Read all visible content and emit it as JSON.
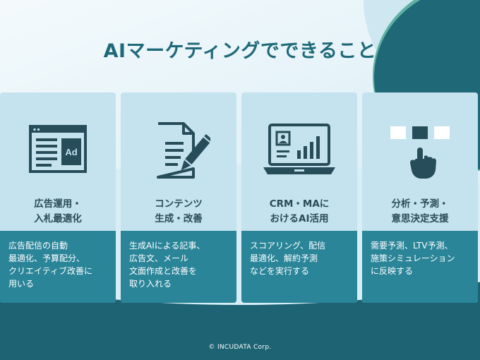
{
  "title": "AIマーケティングでできること",
  "cards": [
    {
      "icon": "web-ad-icon",
      "ad_label": "Ad",
      "heading": [
        "広告運用・",
        "入札最適化"
      ],
      "description": [
        "広告配信の自動",
        "最適化、予算配分、",
        "クリエイティブ改善に",
        "用いる"
      ]
    },
    {
      "icon": "document-pen-icon",
      "heading": [
        "コンテンツ",
        "生成・改善"
      ],
      "description": [
        "生成AIによる記事、",
        "広告文、メール",
        "文面作成と改善を",
        "取り入れる"
      ]
    },
    {
      "icon": "laptop-dashboard-icon",
      "heading": [
        "CRM・MAに",
        "おけるAI活用"
      ],
      "description": [
        "スコアリング、配信",
        "最適化、解約予測",
        "などを実行する"
      ]
    },
    {
      "icon": "hand-select-icon",
      "heading": [
        "分析・予測・",
        "意思決定支援"
      ],
      "description": [
        "需要予測、LTV予測、",
        "施策シミュレーション",
        "に反映する"
      ]
    }
  ],
  "footer": "© INCUDATA Corp.",
  "colors": {
    "title": "#1f6a7a",
    "card_background": "#c4e3ef",
    "card_description_background": "#2a8599",
    "icon": "#274d5a",
    "bottom_band": "#1d6373"
  }
}
